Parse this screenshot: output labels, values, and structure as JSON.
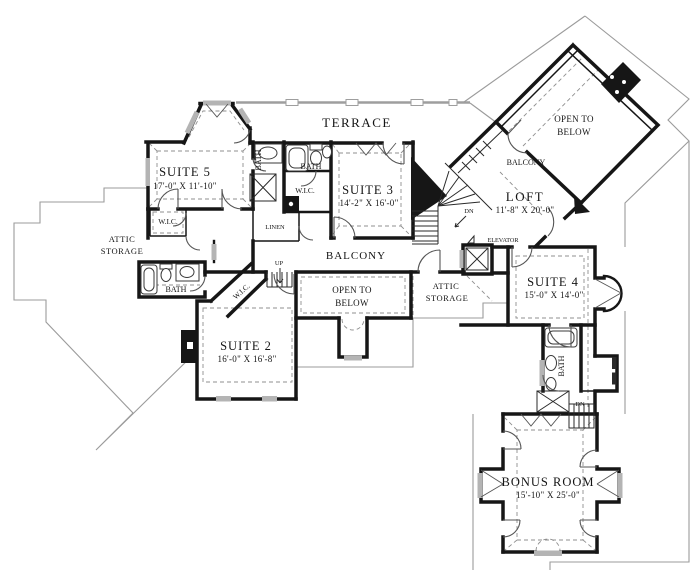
{
  "plan": {
    "rooms": {
      "terrace": "TERRACE",
      "suite5_name": "SUITE 5",
      "suite5_dims": "17'-0\" X 11'-10\"",
      "suite3_name": "SUITE 3",
      "suite3_dims": "14'-2\" X 16'-0\"",
      "loft_name": "LOFT",
      "loft_dims": "11'-8\" X 20'-0\"",
      "suite4_name": "SUITE 4",
      "suite4_dims": "15'-0\" X 14'-0\"",
      "suite2_name": "SUITE 2",
      "suite2_dims": "16'-0\" X 16'-8\"",
      "bonus_name": "BONUS ROOM",
      "bonus_dims": "15'-10\" X 25'-0\"",
      "open_below_1": "OPEN TO",
      "open_below_2": "BELOW",
      "attic_1": "ATTIC",
      "attic_2": "STORAGE",
      "balcony": "BALCONY",
      "bath": "BATH",
      "wic": "W.I.C.",
      "linen": "LINEN",
      "elevator": "ELEVATOR",
      "up": "UP",
      "dn": "DN"
    },
    "colors": {
      "wall": "#161616",
      "lower_floor_outline": "#9b9b9b",
      "dashed_ceiling": "#8f8f8f",
      "window_fill": "#b4b4b4",
      "background": "#ffffff"
    }
  }
}
